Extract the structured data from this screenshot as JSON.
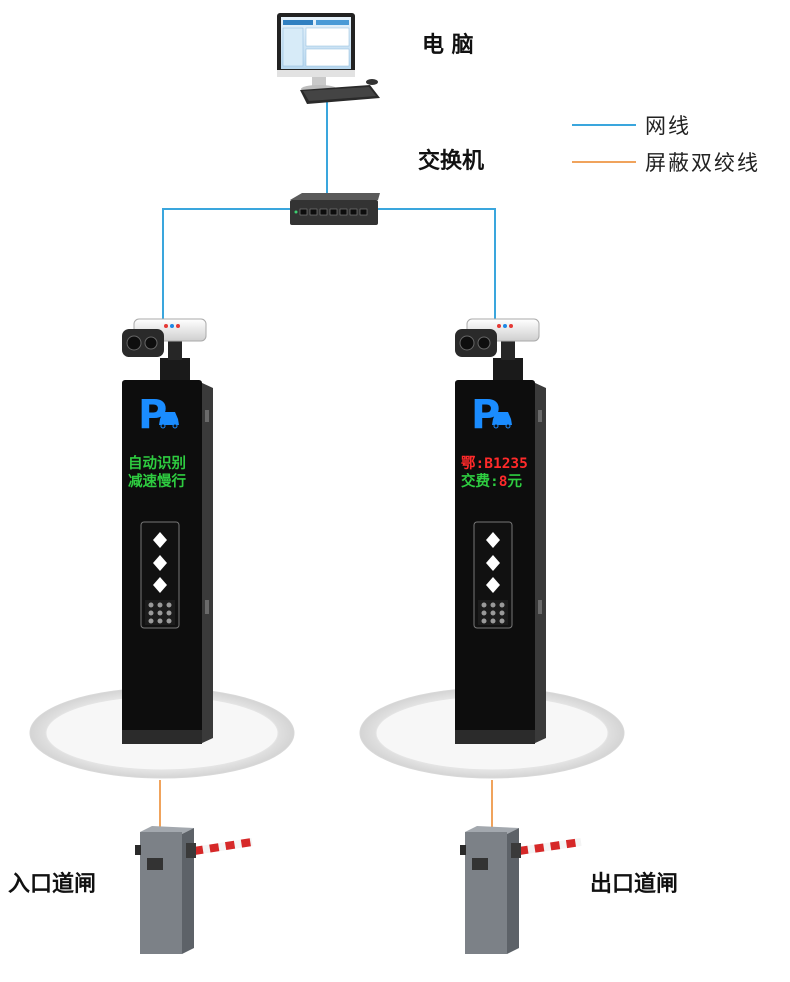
{
  "labels": {
    "computer": "电 脑",
    "switch": "交换机",
    "entry_gate": "入口道闸",
    "exit_gate": "出口道闸"
  },
  "legend": [
    {
      "label": "网线",
      "color": "#3aa6dd"
    },
    {
      "label": "屏蔽双绞线",
      "color": "#f0a35c"
    }
  ],
  "entry_kiosk": {
    "sign": "P",
    "line1": "自动识别",
    "line2": "减速慢行"
  },
  "exit_kiosk": {
    "sign": "P",
    "plate": "鄂:B1235",
    "fee_label": "交费:",
    "fee_amount": "8",
    "fee_unit": "元"
  },
  "colors": {
    "network_cable": "#3aa6dd",
    "shielded_twisted_pair": "#f0a35c",
    "sign_blue": "#1a8cff",
    "led_green": "#2ecc40",
    "led_red": "#ff2a2a"
  },
  "icons": [
    "computer-icon",
    "switch-icon",
    "camera-icon",
    "kiosk-icon",
    "barrier-gate-icon",
    "car-icon"
  ]
}
